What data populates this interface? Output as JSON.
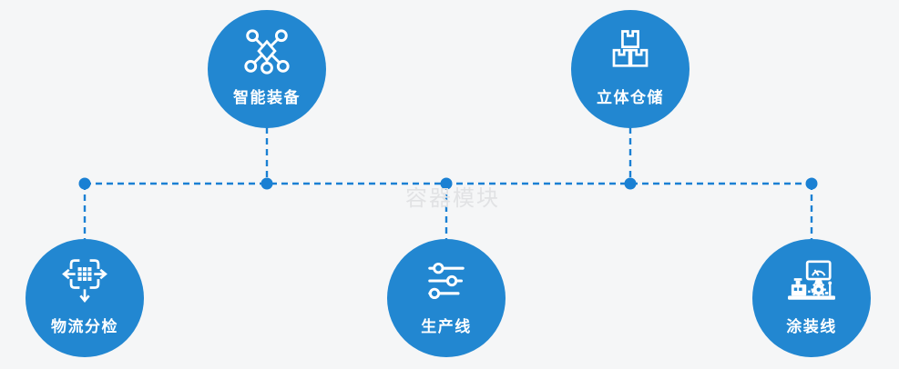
{
  "diagram": {
    "watermark": "容器模块",
    "colors": {
      "node_blue": "#2287d1",
      "connector_blue": "#1a80d3",
      "label_white": "#ffffff",
      "watermark_gray": "#e1e2e4",
      "background": "#f5f6f7"
    }
  },
  "nodes": [
    {
      "id": "smart-equipment",
      "label": "智能装备",
      "icon": "network-nodes-icon",
      "row": "top"
    },
    {
      "id": "warehouse",
      "label": "立体仓储",
      "icon": "stacked-boxes-icon",
      "row": "top"
    },
    {
      "id": "logistics-sorting",
      "label": "物流分检",
      "icon": "sort-arrows-icon",
      "row": "bottom"
    },
    {
      "id": "production-line",
      "label": "生产线",
      "icon": "sliders-icon",
      "row": "bottom"
    },
    {
      "id": "painting-line",
      "label": "涂装线",
      "icon": "machine-station-icon",
      "row": "bottom"
    }
  ]
}
